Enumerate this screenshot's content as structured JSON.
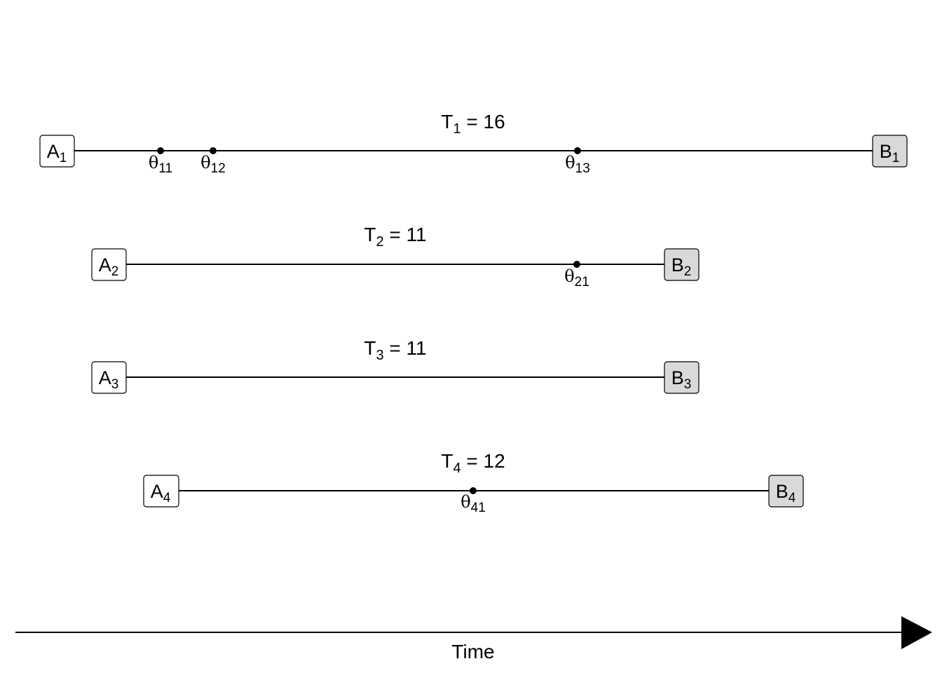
{
  "timelines": [
    {
      "start": {
        "letter": "A",
        "sub": "1",
        "fill": "#ffffff"
      },
      "end": {
        "letter": "B",
        "sub": "1",
        "fill": "#d9d9d9"
      },
      "duration": {
        "letter": "T",
        "sub": "1",
        "eq": " = ",
        "value": "16"
      },
      "events": [
        {
          "symbol": "θ",
          "sub": "11"
        },
        {
          "symbol": "θ",
          "sub": "12"
        },
        {
          "symbol": "θ",
          "sub": "13"
        }
      ]
    },
    {
      "start": {
        "letter": "A",
        "sub": "2",
        "fill": "#ffffff"
      },
      "end": {
        "letter": "B",
        "sub": "2",
        "fill": "#d9d9d9"
      },
      "duration": {
        "letter": "T",
        "sub": "2",
        "eq": " = ",
        "value": "11"
      },
      "events": [
        {
          "symbol": "θ",
          "sub": "21"
        }
      ]
    },
    {
      "start": {
        "letter": "A",
        "sub": "3",
        "fill": "#ffffff"
      },
      "end": {
        "letter": "B",
        "sub": "3",
        "fill": "#d9d9d9"
      },
      "duration": {
        "letter": "T",
        "sub": "3",
        "eq": " = ",
        "value": "11"
      },
      "events": []
    },
    {
      "start": {
        "letter": "A",
        "sub": "4",
        "fill": "#ffffff"
      },
      "end": {
        "letter": "B",
        "sub": "4",
        "fill": "#d9d9d9"
      },
      "duration": {
        "letter": "T",
        "sub": "4",
        "eq": " = ",
        "value": "12"
      },
      "events": [
        {
          "symbol": "θ",
          "sub": "41"
        }
      ]
    }
  ],
  "axis": {
    "label": "Time"
  }
}
